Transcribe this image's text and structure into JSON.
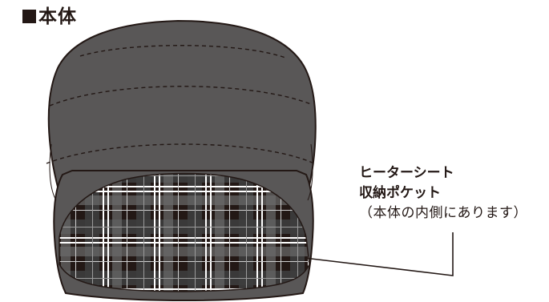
{
  "title": {
    "mark": "■",
    "text": "本体"
  },
  "callout": {
    "line1": "ヒーターシート",
    "line2": "収納ポケット",
    "note": "（本体の内側にあります）"
  },
  "colors": {
    "beanie_fill": "#595757",
    "beanie_outline": "#231815",
    "plaid_base": "#231815",
    "plaid_mid": "#4a4a4a",
    "plaid_light": "#cfcfcf",
    "plaid_white": "#ffffff",
    "text": "#231815"
  }
}
